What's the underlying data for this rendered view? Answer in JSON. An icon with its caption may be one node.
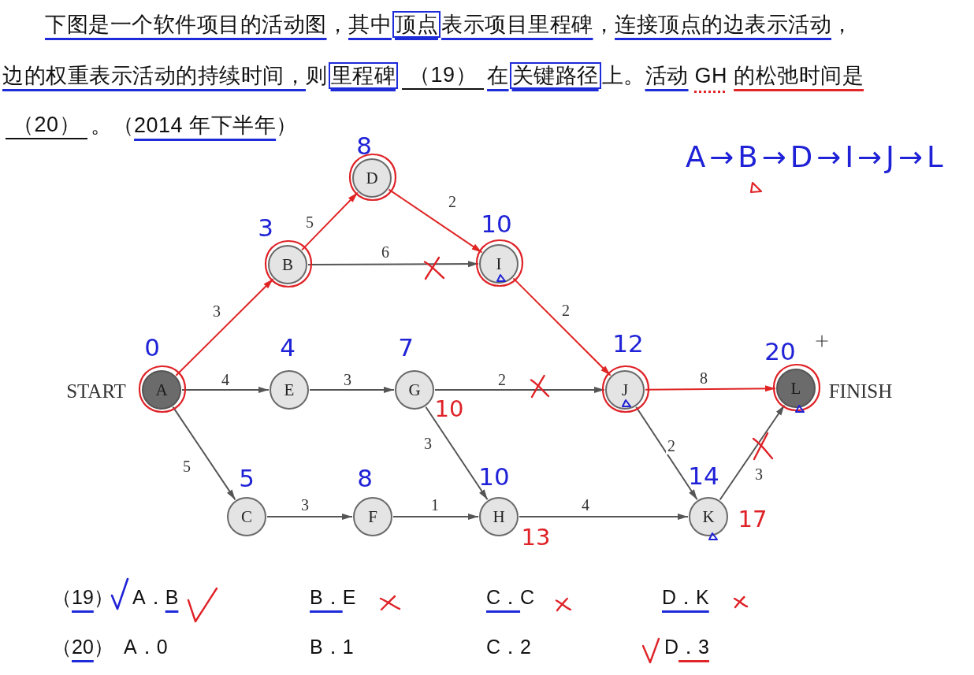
{
  "diagram": {
    "nodes": [
      {
        "text": [
          "A"
        ],
        "beside": [
          "0",
          "START"
        ]
      },
      {
        "text": [
          "B"
        ],
        "beside": [
          "3"
        ]
      },
      {
        "text": [
          "C"
        ],
        "beside": [
          "5"
        ]
      },
      {
        "text": [
          "D"
        ],
        "beside": [
          "8"
        ]
      },
      {
        "text": [
          "E"
        ],
        "beside": [
          "4"
        ]
      },
      {
        "text": [
          "F"
        ],
        "beside": [
          "8"
        ]
      },
      {
        "text": [
          "G"
        ],
        "beside": [
          "7",
          "10"
        ]
      },
      {
        "text": [
          "H"
        ],
        "beside": [
          "10",
          "13"
        ]
      },
      {
        "text": [
          "I"
        ],
        "beside": [
          "10"
        ]
      },
      {
        "text": [
          "J"
        ],
        "beside": [
          "12"
        ]
      },
      {
        "text": [
          "K"
        ],
        "beside": [
          "14",
          "17"
        ]
      },
      {
        "text": [
          "L"
        ],
        "beside": [
          "20",
          "FINISH"
        ]
      }
    ],
    "edges": [
      {
        "from": 0,
        "to": 1,
        "arrow": "to",
        "label": "3",
        "color": "#e02424"
      },
      {
        "from": 0,
        "to": 4,
        "arrow": "to",
        "label": "4"
      },
      {
        "from": 0,
        "to": 2,
        "arrow": "to",
        "label": "5"
      },
      {
        "from": 1,
        "to": 3,
        "arrow": "to",
        "label": "5",
        "color": "#e02424"
      },
      {
        "from": 1,
        "to": 8,
        "arrow": "to",
        "label": "6"
      },
      {
        "from": 3,
        "to": 8,
        "arrow": "to",
        "label": "2",
        "color": "#e02424"
      },
      {
        "from": 4,
        "to": 6,
        "arrow": "to",
        "label": "3"
      },
      {
        "from": 6,
        "to": 9,
        "arrow": "to",
        "label": "2"
      },
      {
        "from": 6,
        "to": 7,
        "arrow": "to",
        "label": "3"
      },
      {
        "from": 2,
        "to": 5,
        "arrow": "to",
        "label": "3"
      },
      {
        "from": 5,
        "to": 7,
        "arrow": "to",
        "label": "1"
      },
      {
        "from": 8,
        "to": 9,
        "arrow": "to",
        "label": "2",
        "color": "#e02424"
      },
      {
        "from": 9,
        "to": 11,
        "arrow": "to",
        "label": "8",
        "color": "#e02424"
      },
      {
        "from": 9,
        "to": 10,
        "arrow": "to",
        "label": "2"
      },
      {
        "from": 7,
        "to": 10,
        "arrow": "to",
        "label": "4"
      },
      {
        "from": 10,
        "to": 11,
        "arrow": "to",
        "label": "3"
      }
    ],
    "labels": [
      "下图是一个软件项目的活动图，其中顶点表示项目里程碑，连接顶点的边表示活动，",
      "边的权重表示活动的持续时间，则里程碑",
      "（19）",
      "在关键路径上。活动 GH 的松弛时间是",
      "（20）",
      "。（2014 年下半年）",
      "A→B→D→I→J→L",
      "（19）",
      "A．B",
      "B．E",
      "C．C",
      "D．K",
      "（20）",
      "A．0",
      "B．1",
      "C．2",
      "D．3"
    ]
  }
}
